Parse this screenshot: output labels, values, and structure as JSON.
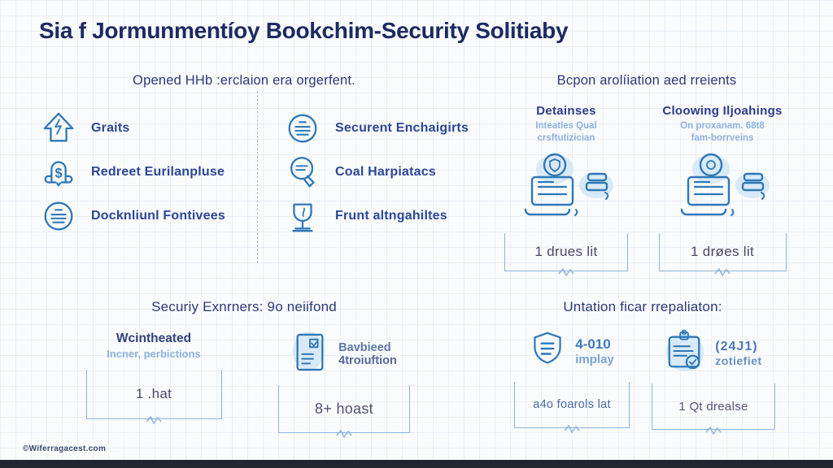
{
  "title": "Sia f Jormunmentíoy Bookchim-Security Solitiaby",
  "watermark": "©Wiferragacest.com",
  "colors": {
    "title_navy": "#1c2a63",
    "header_navy": "#2c3a79",
    "item_navy": "#2b4796",
    "icon_blue": "#2f78b8",
    "subtitle_blue": "#8fb1de",
    "bracket_blue": "#8cb4de",
    "stat_purple": "#4c4769",
    "footer_bar": "#212631"
  },
  "top_left": {
    "header": "Opened HHb :erclaion era orgerfent.",
    "items_col1": [
      {
        "icon": "growth-arrow",
        "label": "Graits"
      },
      {
        "icon": "dollar-bell",
        "label": "Redreet Eurilanpluse"
      },
      {
        "icon": "lined-circle",
        "label": "Docknliunl Fontivees"
      }
    ],
    "items_col2": [
      {
        "icon": "lined-circle",
        "label": "Securent Enchaigirts"
      },
      {
        "icon": "chat-hand",
        "label": "Coal Harpiatacs"
      },
      {
        "icon": "trophy",
        "label": "Frunt altngahiltes"
      }
    ]
  },
  "top_right": {
    "header": "Bcpon arolíiation aed rreients",
    "cards": [
      {
        "title": "Detainses",
        "subtitle_line1": "Inteatles Qual",
        "subtitle_line2": "crsftutizician",
        "icon": "laptop-shield",
        "stat": "1 drues lit"
      },
      {
        "title": "Cloowing Iljoahings",
        "subtitle_line1": "On proxanam. 68t8",
        "subtitle_line2": "fam-borrveins",
        "icon": "laptop-shield",
        "stat": "1 drøes lit"
      }
    ]
  },
  "bottom_left": {
    "header": "Securiy Exnrners: 9o neiifond",
    "card1": {
      "title": "Wcintheated",
      "subtitle": "Incner, perbictions",
      "stat": "1 .hat"
    },
    "card2": {
      "icon": "document",
      "line1": "Bavbieed",
      "line2": "4troiuftion",
      "stat": "8+ hoast"
    }
  },
  "bottom_right": {
    "header": "Untation ficar rrepaliaton:",
    "card1": {
      "icon": "shield-list",
      "line1": "4-010",
      "line2": "implay",
      "stat": "a4o foarols lat"
    },
    "card2": {
      "icon": "clipboard-check",
      "line1": "(24J1)",
      "line2": "zotiefiet",
      "stat": "1 Qt drealse"
    }
  }
}
